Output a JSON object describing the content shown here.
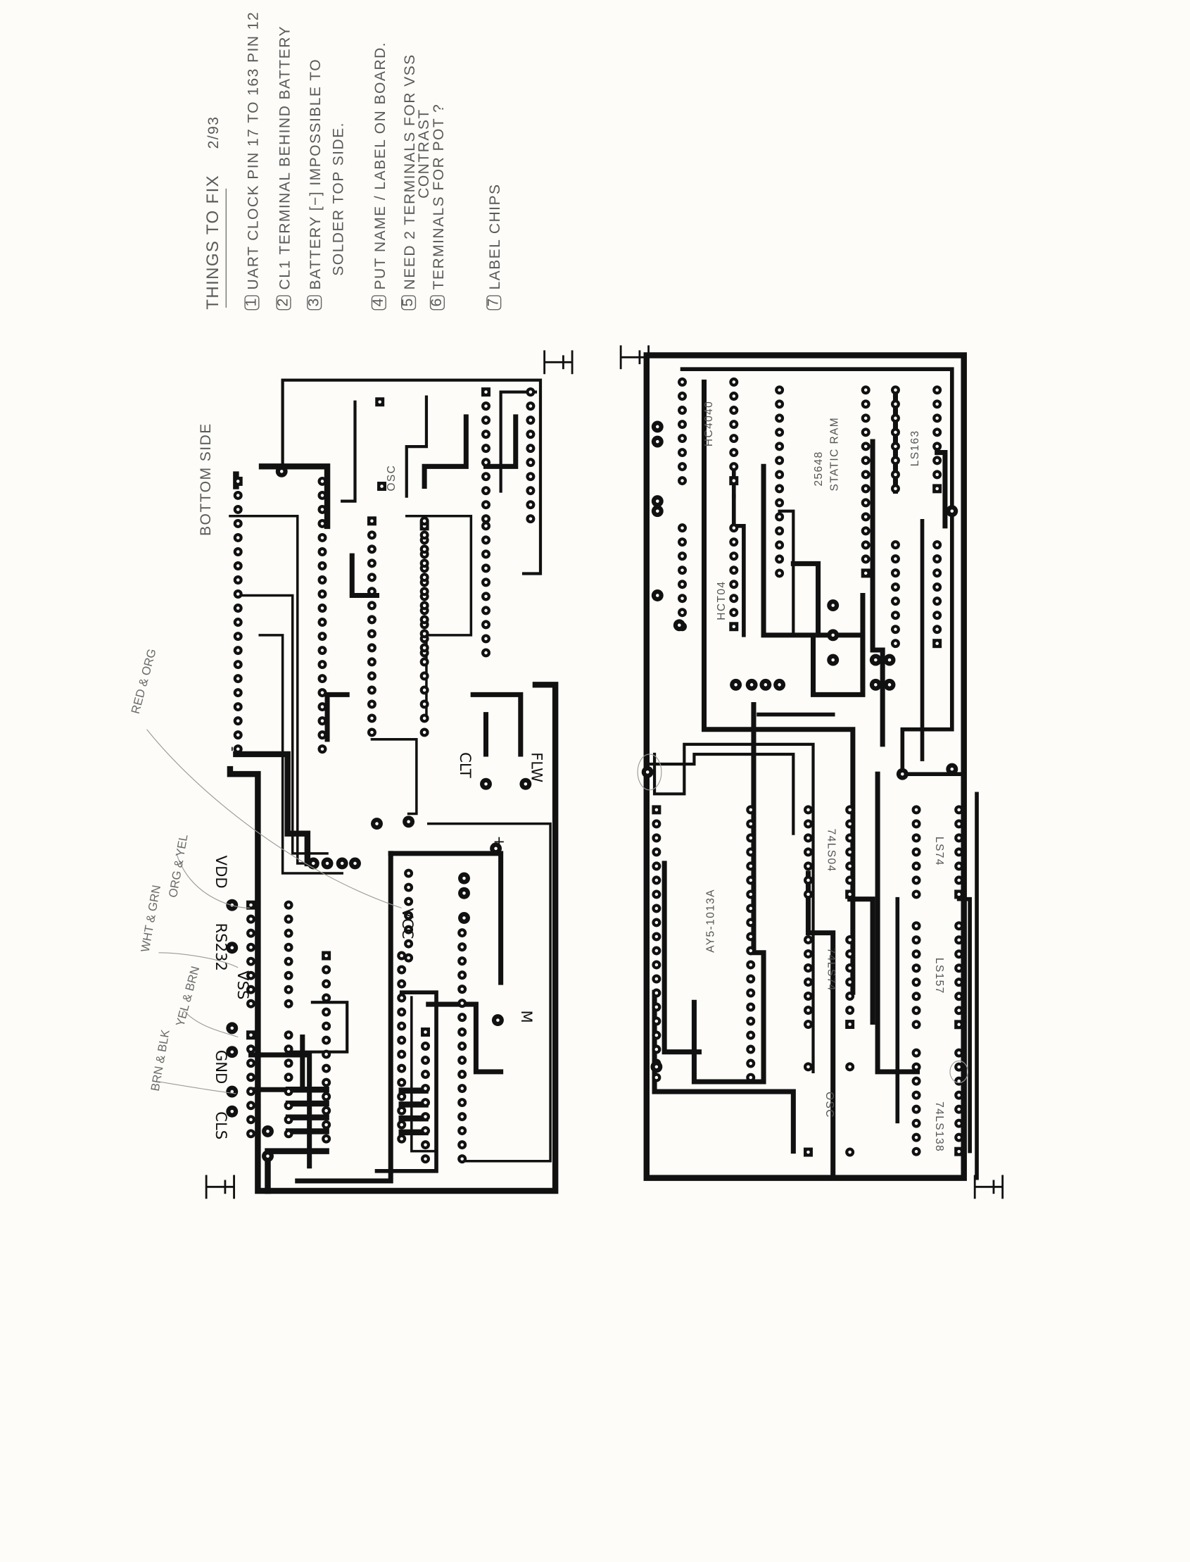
{
  "notes": {
    "title": "THINGS TO FIX",
    "date": "2/93",
    "items": [
      {
        "num": "1",
        "text": "UART CLOCK PIN 17 TO 163 PIN 12"
      },
      {
        "num": "2",
        "text": "CL1 TERMINAL BEHIND BATTERY"
      },
      {
        "num": "3",
        "text": "BATTERY [−] IMPOSSIBLE TO",
        "text2": "SOLDER TOP SIDE."
      },
      {
        "num": "4",
        "text": "PUT NAME / LABEL ON BOARD."
      },
      {
        "num": "5",
        "text": "NEED 2 TERMINALS FOR VSS"
      },
      {
        "num": "6",
        "text": "TERMINALS FOR POT ?",
        "annotation": "CONTRAST"
      },
      {
        "num": "7",
        "text": "LABEL CHIPS"
      }
    ]
  },
  "bottom_board": {
    "title": "BOTTOM SIDE",
    "labels": {
      "osc": "OSC",
      "clt": "CLT",
      "flw": "FLW",
      "vcc": "VCC",
      "plus": "+",
      "minus": "-",
      "m": "M",
      "vdd": "VDD",
      "rs232": "RS232",
      "vss": "VSS",
      "gnd": "GND",
      "cls": "CLS"
    },
    "wire_notes": [
      "RED & ORG",
      "ORG & YEL",
      "WHT & GRN",
      "YEL & BRN",
      "BRN & BLK"
    ]
  },
  "top_board": {
    "chips": [
      "HC4040",
      "HCT04",
      "25648",
      "STATIC RAM",
      "LS163",
      "AY5-1013A",
      "74LS04",
      "74LS74",
      "OSC",
      "LS74",
      "LS157",
      "74LS138"
    ]
  }
}
